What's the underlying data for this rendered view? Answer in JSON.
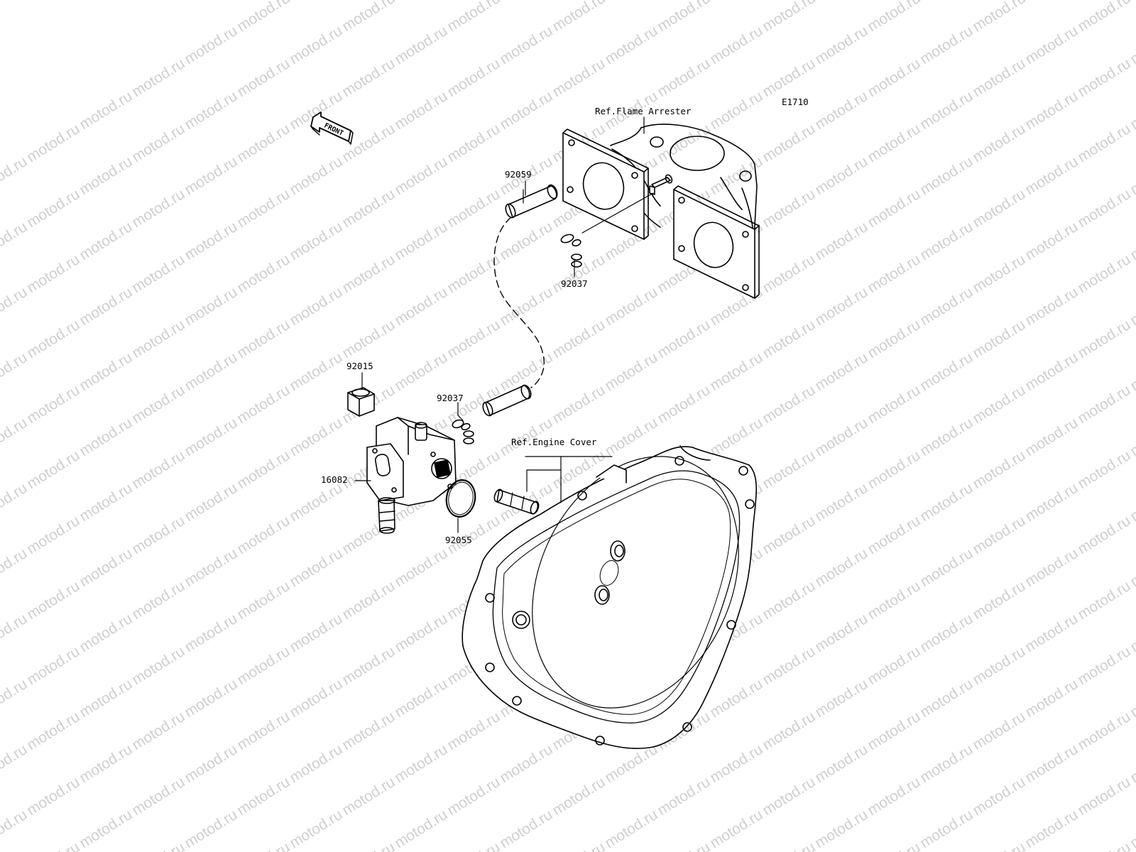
{
  "watermark": {
    "text": "motod.ru",
    "color": "#cfcfcf"
  },
  "diagram_code": "E1710",
  "front_arrow": {
    "label": "FRONT",
    "icon": "front-arrow-icon"
  },
  "references": {
    "flame_arrester": "Ref.Flame Arrester",
    "engine_cover": "Ref.Engine Cover"
  },
  "callouts": {
    "p92059": "92059",
    "p92037_top": "92037",
    "p92015": "92015",
    "p92037_mid": "92037",
    "p16082": "16082",
    "p92055": "92055"
  }
}
